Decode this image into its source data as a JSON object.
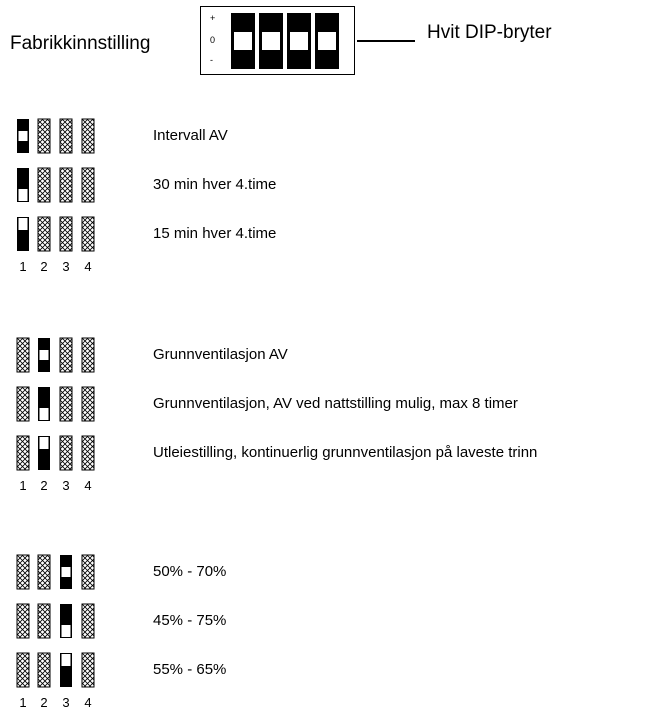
{
  "factory": {
    "label": "Fabrikkinnstilling",
    "plus": "+",
    "zero": "0",
    "minus": "-",
    "switch_label": "Hvit DIP-bryter"
  },
  "groups": [
    {
      "rows": [
        {
          "text": "Intervall  AV",
          "active": 1,
          "position": "middle"
        },
        {
          "text": "30 min hver 4.time",
          "active": 1,
          "position": "up"
        },
        {
          "text": "15 min hver 4.time",
          "active": 1,
          "position": "down"
        }
      ],
      "numbers": [
        "1",
        "2",
        "3",
        "4"
      ]
    },
    {
      "rows": [
        {
          "text": "Grunnventilasjon AV",
          "active": 2,
          "position": "middle"
        },
        {
          "text": "Grunnventilasjon, AV ved nattstilling mulig, max 8 timer",
          "active": 2,
          "position": "up"
        },
        {
          "text": "Utleiestilling, kontinuerlig grunnventilasjon på laveste trinn",
          "active": 2,
          "position": "down"
        }
      ],
      "numbers": [
        "1",
        "2",
        "3",
        "4"
      ]
    },
    {
      "rows": [
        {
          "text": "50% - 70%",
          "active": 3,
          "position": "middle"
        },
        {
          "text": "45% - 75%",
          "active": 3,
          "position": "up"
        },
        {
          "text": "55% - 65%",
          "active": 3,
          "position": "down"
        }
      ],
      "numbers": [
        "1",
        "2",
        "3",
        "4"
      ]
    }
  ]
}
